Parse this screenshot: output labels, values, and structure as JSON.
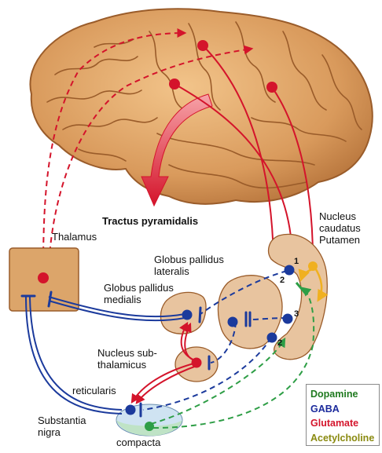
{
  "labels": {
    "tractus_pyramidalis": "Tractus pyramidalis",
    "thalamus": "Thalamus",
    "nucleus_caudatus": "Nucleus\ncaudatus\nPutamen",
    "globus_lateralis": "Globus pallidus\nlateralis",
    "globus_medialis": "Globus pallidus\nmedialis",
    "subthalamicus": "Nucleus sub-\nthalamicus",
    "reticularis": "reticularis",
    "substantia_nigra": "Substantia\nnigra",
    "compacta": "compacta"
  },
  "striatum_numbers": [
    "1",
    "2",
    "3",
    "2"
  ],
  "legend": [
    {
      "label": "Dopamine",
      "color": "#1f7a1f"
    },
    {
      "label": "GABA",
      "color": "#1b2a9c"
    },
    {
      "label": "Glutamate",
      "color": "#d4142b"
    },
    {
      "label": "Acetylcholine",
      "color": "#8a8a10"
    }
  ],
  "colors": {
    "brain": "#dca56a",
    "nucleus": "#e8c49f",
    "glutamate": "#d4142b",
    "gaba": "#1b3a9c",
    "dopamine": "#2e9e46",
    "acetylcholine": "#f0b020"
  }
}
